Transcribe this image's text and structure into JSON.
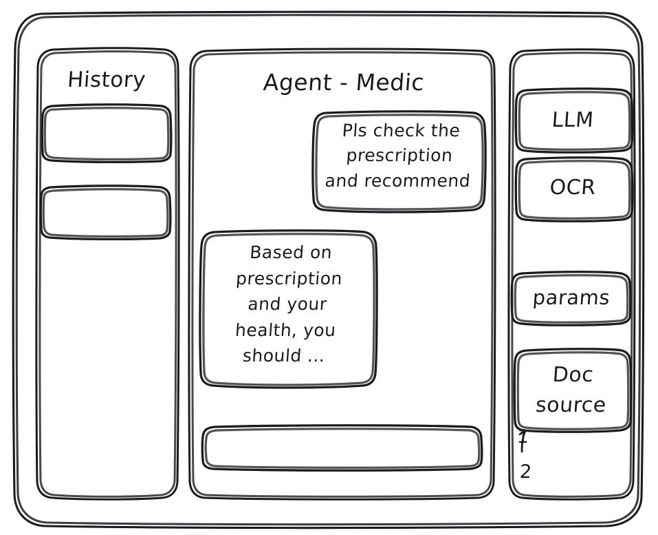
{
  "window": {
    "style": "hand-drawn-wireframe",
    "stroke_color": "#1b1b1f",
    "background_color": "#ffffff"
  },
  "sidebar": {
    "title": "History",
    "items": [
      {
        "label": "",
        "name": "history-item-1"
      },
      {
        "label": "",
        "name": "history-item-2"
      }
    ]
  },
  "main": {
    "title": "Agent - Medic",
    "messages": [
      {
        "role": "user",
        "align": "right",
        "text": "Pls check the\nprescription\nand recommend"
      },
      {
        "role": "assistant",
        "align": "left",
        "text": "Based on\nprescription\nand your\nhealth, you\nshould ..."
      }
    ],
    "composer": {
      "value": "",
      "placeholder": ""
    }
  },
  "right_panel": {
    "tools": [
      {
        "label": "LLM",
        "name": "tool-llm"
      },
      {
        "label": "OCR",
        "name": "tool-ocr"
      },
      {
        "label": "params",
        "name": "tool-params"
      }
    ],
    "doc_source": {
      "label": "Doc\nsource",
      "items": [
        {
          "label": "1"
        },
        {
          "label": "2"
        }
      ]
    }
  }
}
